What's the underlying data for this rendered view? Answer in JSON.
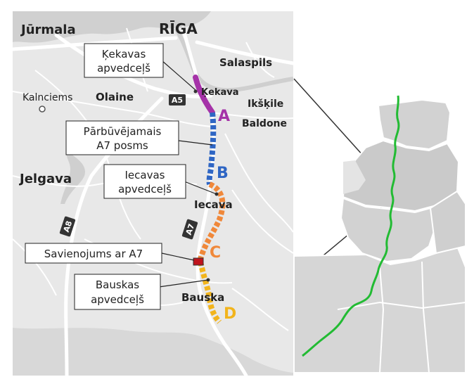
{
  "cities": {
    "jurmala": "Jūrmala",
    "riga": "RĪGA",
    "salaspils": "Salaspils",
    "kekava": "Ķekava",
    "kalnciems": "Kalnciems",
    "olaine": "Olaine",
    "ikskile": "Ikšķile",
    "baldone": "Baldone",
    "jelgava": "Jelgava",
    "iecava": "Iecava",
    "bauska": "Bauska"
  },
  "road_shields": {
    "a5": "A5",
    "a7": "A7",
    "a8": "A8"
  },
  "callouts": {
    "kekavas_1": "Ķekavas",
    "kekavas_2": "apvedceļš",
    "parbuvejamais_1": "Pārbūvējamais",
    "parbuvejamais_2": "A7 posms",
    "iecavas_1": "Iecavas",
    "iecavas_2": "apvedceļš",
    "savienojums": "Savienojums ar A7",
    "bauskas_1": "Bauskas",
    "bauskas_2": "apvedceļš"
  },
  "section_letters": {
    "a": "A",
    "b": "B",
    "c": "C",
    "d": "D"
  },
  "colors": {
    "section_a": "#a532a8",
    "section_b": "#2f66c4",
    "section_c": "#f0883a",
    "section_d": "#f2b41c",
    "junction": "#c0141c",
    "border_line": "#22bb33",
    "map_bg": "#e9e9e9",
    "sea": "#cfcfcf"
  }
}
